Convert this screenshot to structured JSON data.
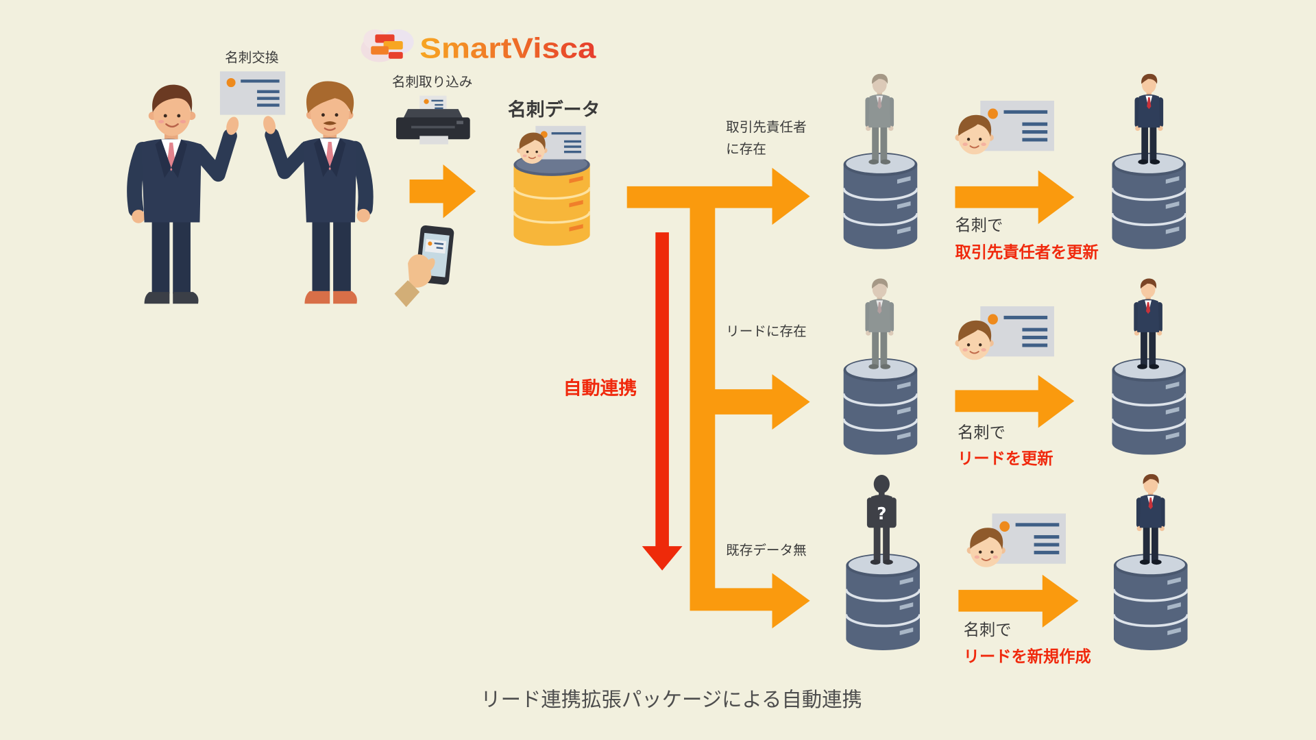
{
  "colors": {
    "background": "#f2f0de",
    "flow_arrow": "#fa9a0e",
    "auto_arrow": "#ee2a0a",
    "highlight_text": "#f0290d",
    "body_text": "#3a3a3a",
    "caption_text": "#4d4d4d",
    "logo_gradient_start": "#f7a623",
    "logo_gradient_end": "#e63c2c"
  },
  "logo": {
    "text": "SmartVisca"
  },
  "exchange": {
    "label": "名刺交換"
  },
  "capture": {
    "label": "名刺取り込み"
  },
  "card_data": {
    "label": "名刺データ"
  },
  "auto_sync": {
    "label": "自動連携"
  },
  "branches": [
    {
      "condition_lines": [
        "取引先責任者",
        "に存在"
      ],
      "action_prefix": "名刺で",
      "action": "取引先責任者を更新"
    },
    {
      "condition_lines": [
        "リードに存在"
      ],
      "action_prefix": "名刺で",
      "action": "リードを更新"
    },
    {
      "condition_lines": [
        "既存データ無"
      ],
      "action_prefix": "名刺で",
      "action": "リードを新規作成",
      "unknown_mark": "?"
    }
  ],
  "caption": "リード連携拡張パッケージによる自動連携",
  "icons": {
    "exchange": [
      "businessman-icon",
      "business-card-icon"
    ],
    "capture": [
      "scanner-icon",
      "smartphone-icon"
    ],
    "storage": "database-icon",
    "contact": "person-icon",
    "unknown_contact": "unknown-person-icon",
    "card_owner": "face-icon"
  }
}
